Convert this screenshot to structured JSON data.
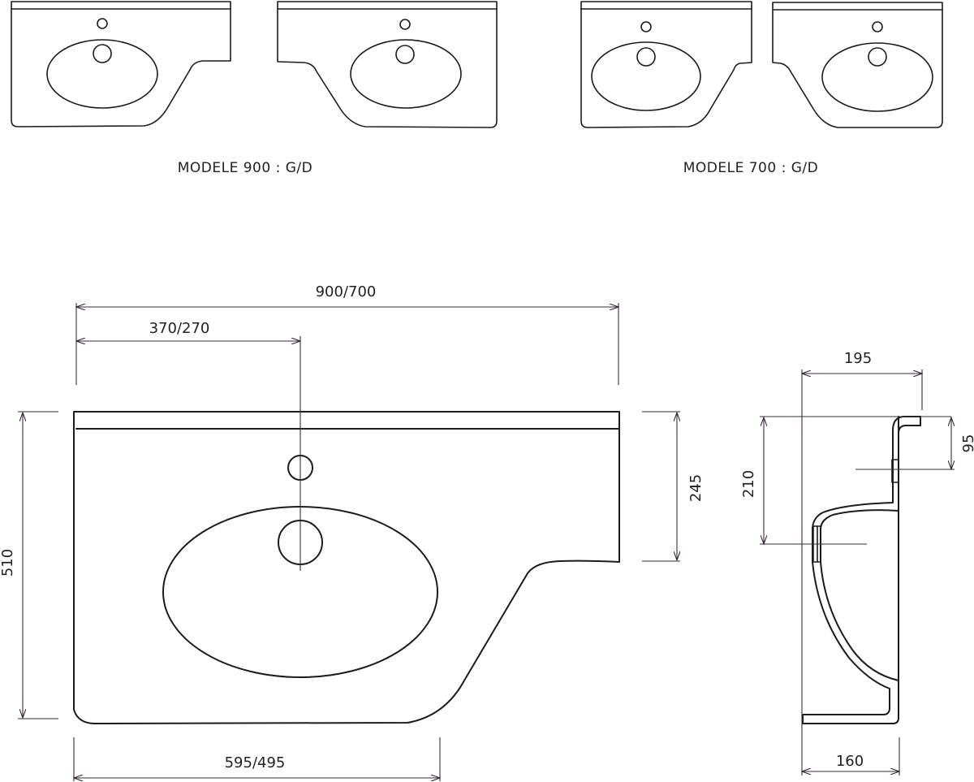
{
  "captions": {
    "model_900": "MODELE 900 : G/D",
    "model_700": "MODELE 700 : G/D"
  },
  "dimensions": {
    "overall_width": "900/700",
    "tap_offset": "370/270",
    "depth": "510",
    "right_depth": "245",
    "bottom_width": "595/495",
    "side_top_width": "195",
    "side_bottom_width": "160",
    "side_height": "210",
    "side_rim": "95"
  },
  "colors": {
    "outline": "#1c1c1c",
    "dimension_line": "#3b2a3d"
  }
}
